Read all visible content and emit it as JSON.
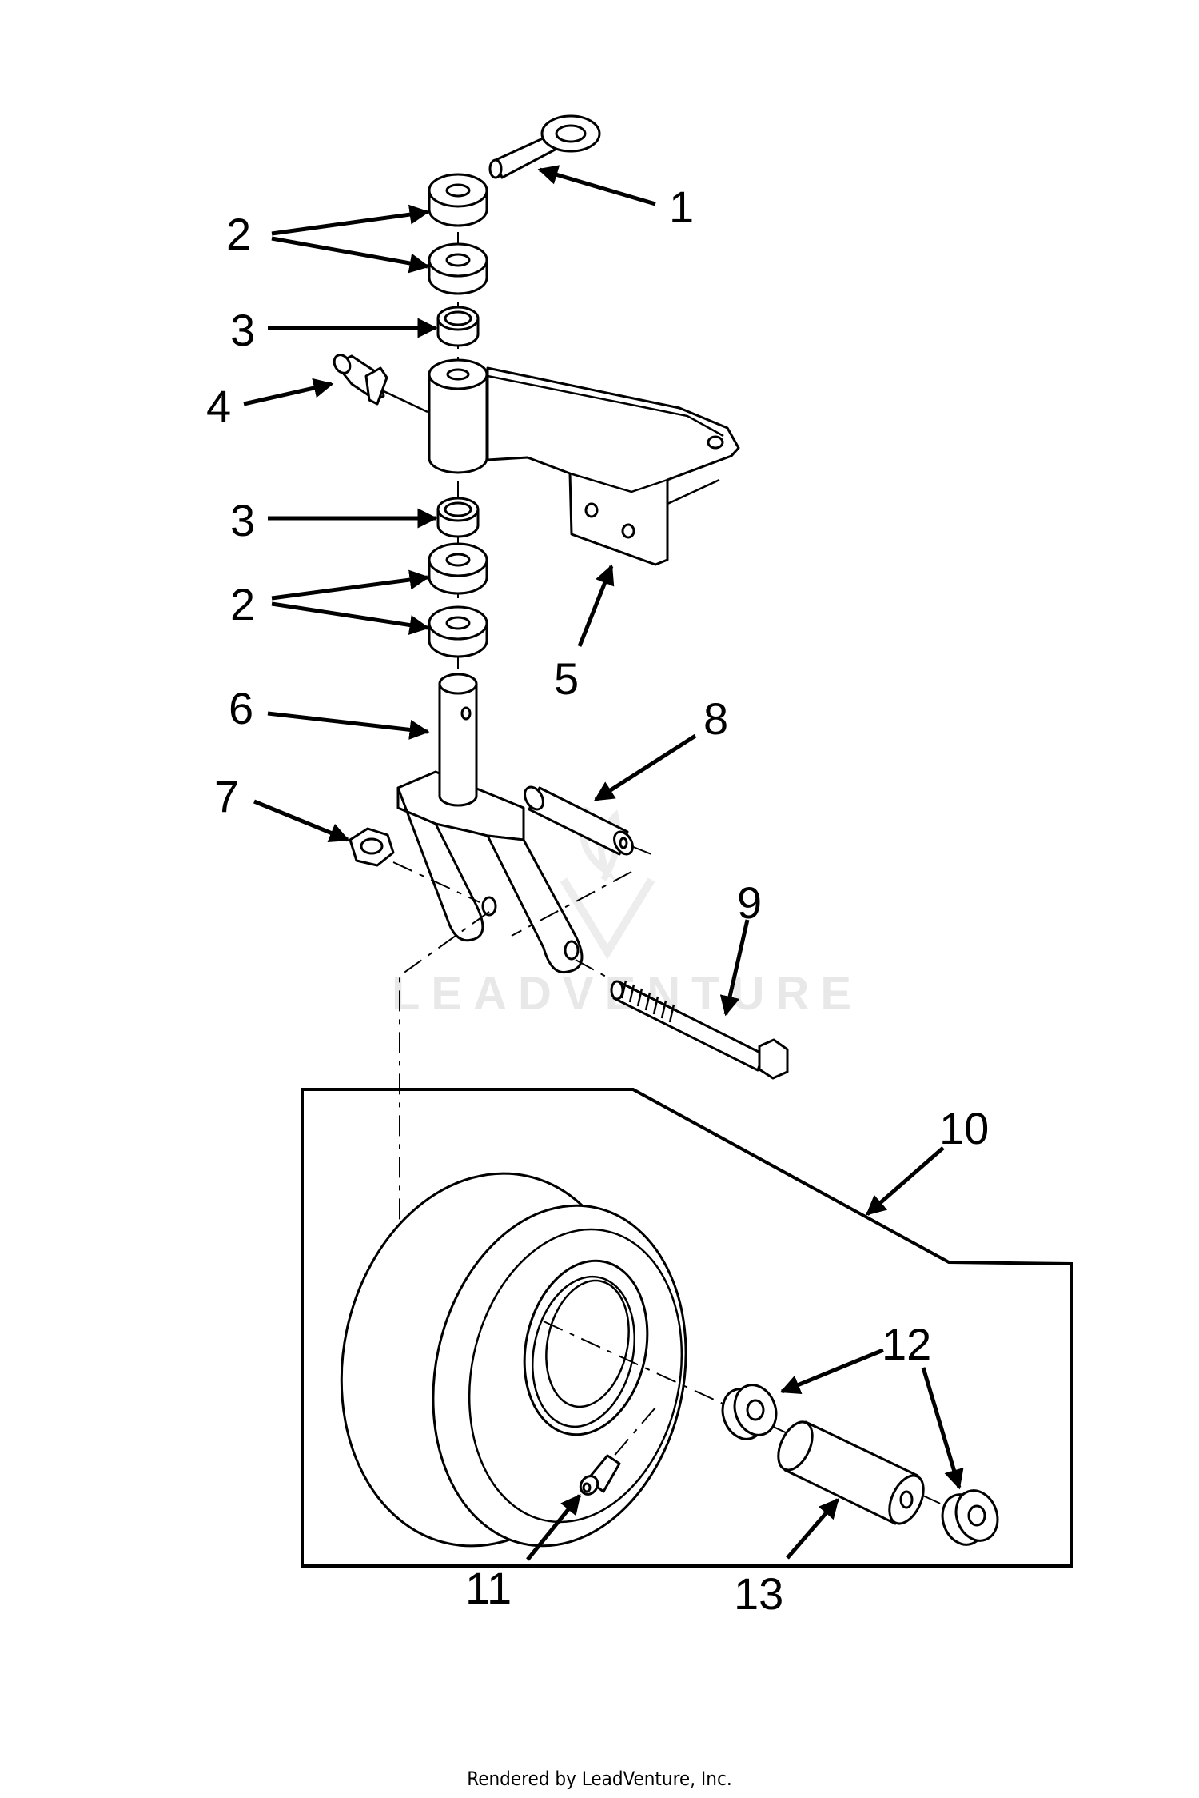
{
  "callouts": [
    "1",
    "2",
    "3",
    "4",
    "5",
    "6",
    "7",
    "8",
    "9",
    "10",
    "11",
    "12",
    "13"
  ],
  "watermark": "LEADVENTURE",
  "footer": "Rendered by LeadVenture, Inc."
}
